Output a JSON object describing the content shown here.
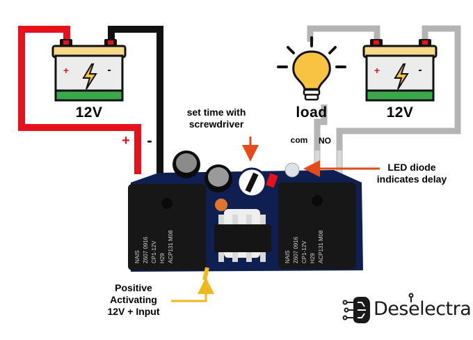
{
  "battery_left": {
    "voltage": "12V",
    "plus": "+",
    "minus": "-"
  },
  "battery_right": {
    "voltage": "12V",
    "plus": "+",
    "minus": "-"
  },
  "load": {
    "label": "load"
  },
  "input_terminals": {
    "plus": "+",
    "minus": "-"
  },
  "output_terminals": {
    "com": "com",
    "no": "NO"
  },
  "annotations": {
    "screwdriver_line1": "set time with",
    "screwdriver_line2": "screwdriver",
    "led_line1": "LED diode",
    "led_line2": "indicates delay",
    "input_line1": "Positive",
    "input_line2": "Activating",
    "input_line3": "12V + Input"
  },
  "relay": {
    "marking_line1": "NAIS",
    "marking_line2": "Z607 0916",
    "marking_line3": "CP1-12V",
    "marking_line4": "H29",
    "marking_line5": "ACP131 M08"
  },
  "brand": {
    "name": "Deselectra"
  },
  "colors": {
    "wire_positive": "#e8101a",
    "wire_negative": "#111111",
    "wire_load": "#b4b4b4",
    "arrow_red": "#e64a19",
    "arrow_yellow": "#f0b81a",
    "battery_green": "#3aa84a",
    "battery_body": "#ececec",
    "battery_top": "#f7d98a",
    "bulb": "#f9c342",
    "pcb": "#0f1f52"
  }
}
